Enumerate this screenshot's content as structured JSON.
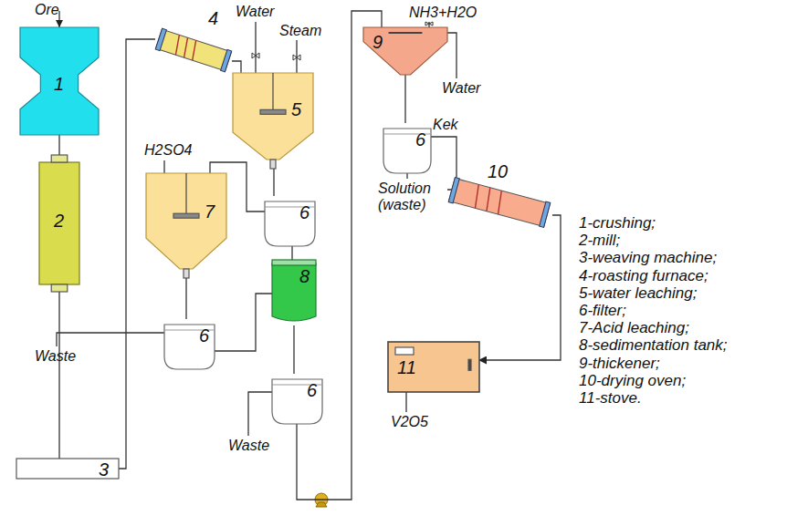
{
  "diagram": {
    "nodes": [
      {
        "text": [
          "1"
        ]
      },
      {
        "text": [
          "2"
        ]
      },
      {
        "text": [
          "3"
        ]
      },
      {
        "text": [
          "4"
        ]
      },
      {
        "text": [
          "5"
        ]
      },
      {
        "text": [
          "6"
        ]
      },
      {
        "text": [
          "7"
        ]
      },
      {
        "text": [
          "6"
        ]
      },
      {
        "text": [
          "8"
        ]
      },
      {
        "text": [
          "6"
        ]
      },
      {
        "text": [
          "9"
        ]
      },
      {
        "text": [
          "6"
        ]
      },
      {
        "text": [
          "10"
        ]
      },
      {
        "text": [
          "11"
        ]
      }
    ],
    "edges": [
      {
        "from": 0,
        "to": 1,
        "arrow": "none"
      },
      {
        "from": 1,
        "to": 2,
        "arrow": "none"
      },
      {
        "from": 2,
        "to": 3,
        "arrow": "none"
      },
      {
        "from": 3,
        "to": 4,
        "arrow": "none"
      },
      {
        "from": 4,
        "to": 5,
        "arrow": "none"
      },
      {
        "from": 5,
        "to": 6,
        "arrow": "none"
      },
      {
        "from": 5,
        "to": 8,
        "arrow": "none"
      },
      {
        "from": 6,
        "to": 7,
        "arrow": "none"
      },
      {
        "from": 7,
        "to": 8,
        "arrow": "none"
      },
      {
        "from": 8,
        "to": 9,
        "arrow": "none"
      },
      {
        "from": 9,
        "to": 10,
        "arrow": "none"
      },
      {
        "from": 10,
        "to": 11,
        "arrow": "none"
      },
      {
        "from": 11,
        "to": 12,
        "arrow": "none"
      },
      {
        "from": 12,
        "to": 13,
        "arrow": "to"
      }
    ],
    "labels": [
      "Ore",
      "Water",
      "Steam",
      "H2SO4",
      "NH3+H2O",
      "Water",
      "Kek",
      "Solution (waste)",
      "Waste",
      "Waste",
      "V2O5",
      "1-crushing;",
      "2-mill;",
      "3-weaving machine;",
      "4-roasting furnace;",
      "5-water leaching;",
      "6-filter;",
      "7-Acid leaching;",
      "8-sedimentation tank;",
      "9-thickener;",
      "10-drying oven;",
      "11-stove."
    ]
  }
}
